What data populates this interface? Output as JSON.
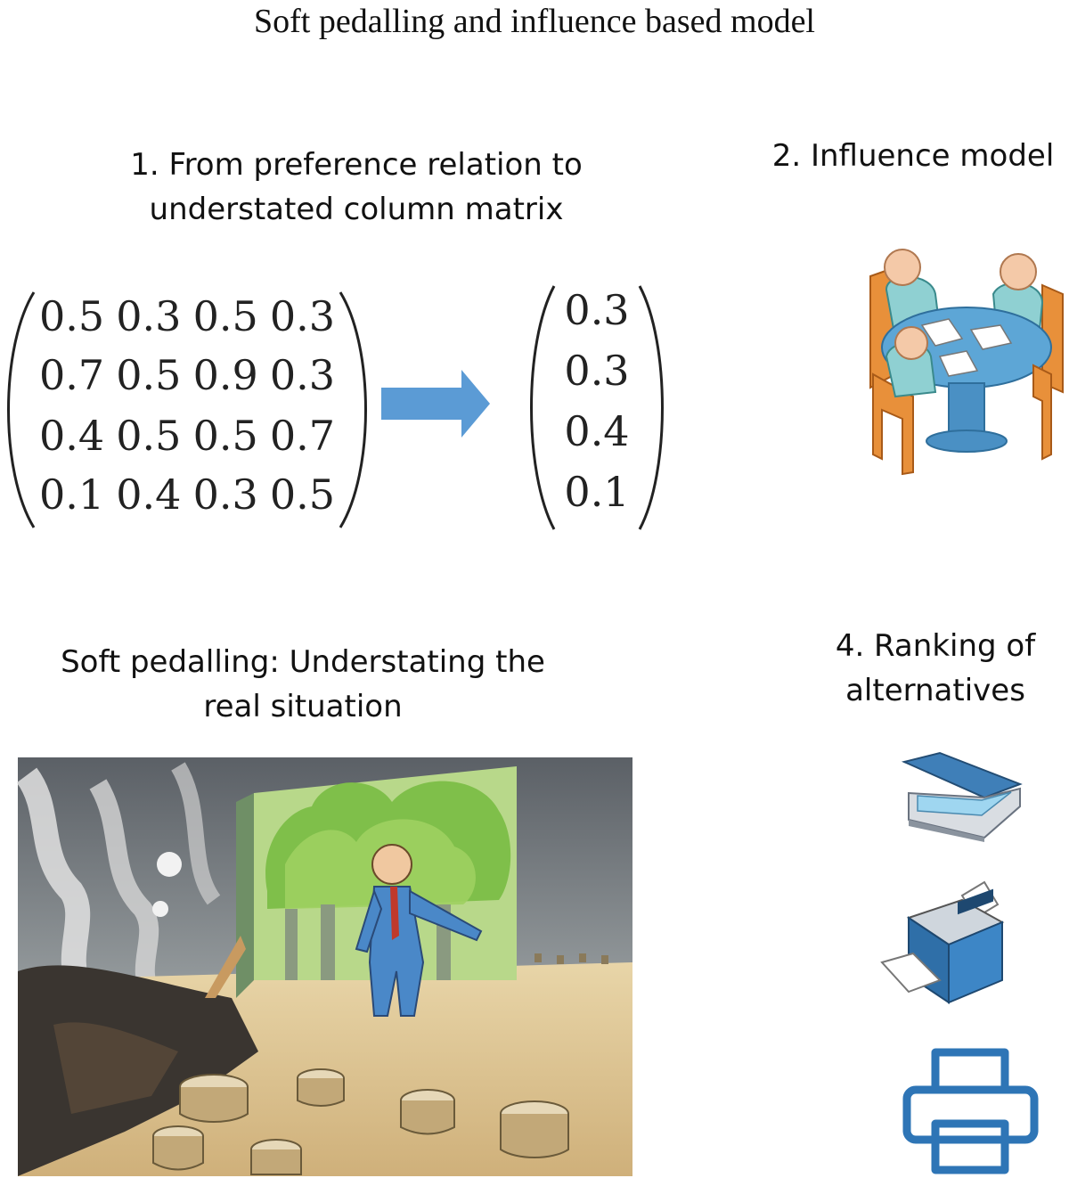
{
  "title": "Soft pedalling and influence based model",
  "step1": {
    "heading_line1": "1. From preference relation to",
    "heading_line2": "understated column matrix"
  },
  "step2": {
    "heading": "2. Influence model"
  },
  "step3": {
    "heading_line1": "Soft pedalling: Understating the",
    "heading_line2": "real situation"
  },
  "step4": {
    "heading_line1": "4. Ranking of",
    "heading_line2": "alternatives"
  },
  "preference_matrix": [
    [
      "0.5",
      "0.3",
      "0.5",
      "0.3"
    ],
    [
      "0.7",
      "0.5",
      "0.9",
      "0.3"
    ],
    [
      "0.4",
      "0.5",
      "0.5",
      "0.7"
    ],
    [
      "0.1",
      "0.4",
      "0.3",
      "0.5"
    ]
  ],
  "column_matrix": [
    "0.3",
    "0.3",
    "0.4",
    "0.1"
  ],
  "colors": {
    "arrow": "#5b9bd5",
    "printer_outline": "#2e75b6",
    "person_body": "#7fc6c8",
    "chair": "#e07a2e"
  },
  "icons": [
    "arrow-right-icon",
    "meeting-table-icon",
    "cartoon-illustration",
    "scanner-icon",
    "printer-3d-icon",
    "printer-outline-icon"
  ]
}
